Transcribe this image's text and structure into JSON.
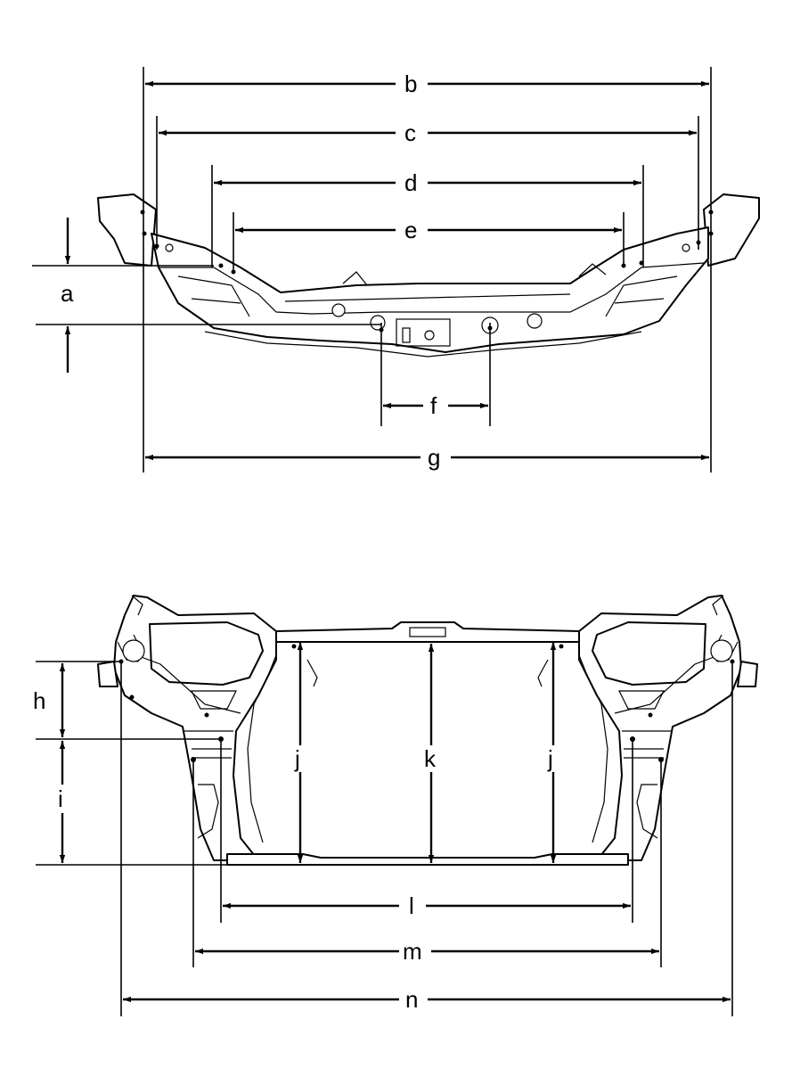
{
  "top_view": {
    "labels": {
      "a": "a",
      "b": "b",
      "c": "c",
      "d": "d",
      "e": "e",
      "f": "f",
      "g": "g"
    }
  },
  "front_view": {
    "labels": {
      "h": "h",
      "i": "i",
      "j_left": "j",
      "k": "k",
      "j_right": "j",
      "l": "l",
      "m": "m",
      "n": "n"
    }
  },
  "colors": {
    "line": "#000000",
    "background": "#ffffff"
  }
}
